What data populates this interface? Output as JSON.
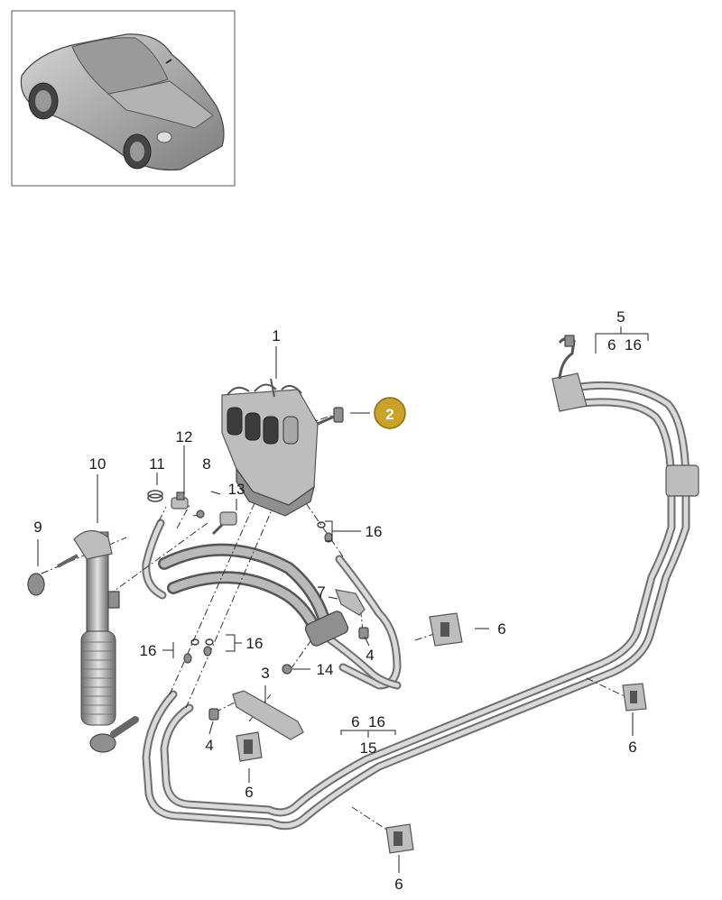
{
  "colors": {
    "badge_fill": "#c9a227",
    "badge_stroke": "#8a6d12",
    "badge_text": "#ffffff",
    "frame": "#555555"
  },
  "thumbnail": {
    "icon": "car-icon"
  },
  "callouts": {
    "p1": "1",
    "p2": "2",
    "p3": "3",
    "p4a": "4",
    "p4b": "4",
    "p5": "5",
    "p5_sub": "6  16",
    "p6a": "6",
    "p6b": "6",
    "p6c": "6",
    "p6d": "6",
    "p7": "7",
    "p8": "8",
    "p9": "9",
    "p10": "10",
    "p11": "11",
    "p12": "12",
    "p13": "13",
    "p14": "14",
    "p15": "15",
    "p15_sub": "6  16",
    "p16a": "16",
    "p16b": "16",
    "p16c": "16"
  }
}
